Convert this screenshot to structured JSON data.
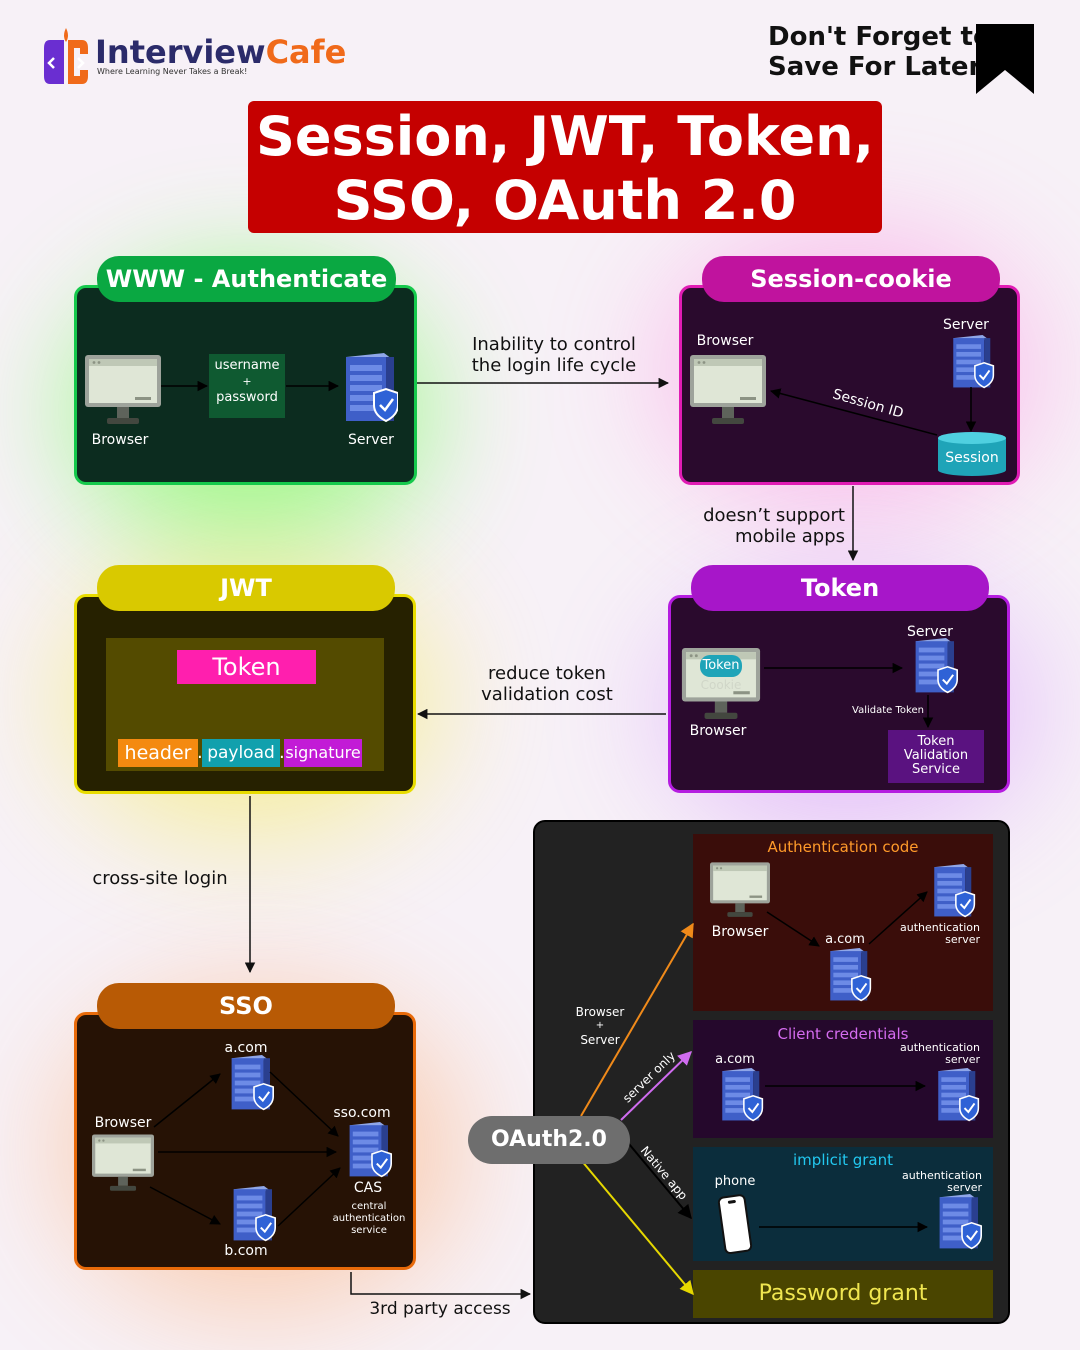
{
  "brand": {
    "name_part1": "Interview",
    "name_part2": "Cafe",
    "tagline": "Where Learning Never Takes a Break!",
    "logo_letters": "IC"
  },
  "save_note": {
    "line1": "Don't Forget to",
    "line2": "Save For Later"
  },
  "title": {
    "line1": "Session, JWT, Token,",
    "line2": "SSO, OAuth 2.0"
  },
  "www": {
    "header": "WWW - Authenticate",
    "credential_line1": "username",
    "credential_plus": "+",
    "credential_line2": "password",
    "browser": "Browser",
    "server": "Server"
  },
  "session": {
    "header": "Session-cookie",
    "browser": "Browser",
    "server": "Server",
    "session_id": "Session ID",
    "session": "Session"
  },
  "token": {
    "header": "Token",
    "server": "Server",
    "token_label": "Token",
    "cookie_label": "Cookie",
    "browser": "Browser",
    "validate": "Validate Token",
    "service_line1": "Token",
    "service_line2": "Validation",
    "service_line3": "Service"
  },
  "jwt": {
    "header": "JWT",
    "token": "Token",
    "header_part": "header",
    "payload_part": "payload",
    "signature_part": "signature",
    "dot": "."
  },
  "sso": {
    "header": "SSO",
    "a_com": "a.com",
    "browser": "Browser",
    "sso_com": "sso.com",
    "cas": "CAS",
    "cas_line1": "central",
    "cas_line2": "authentication",
    "cas_line3": "service",
    "b_com": "b.com"
  },
  "transitions": {
    "inability_line1": "Inability to control",
    "inability_line2": "the login life cycle",
    "mobile_line1": "doesn’t support",
    "mobile_line2": "mobile apps",
    "reduce_line1": "reduce token",
    "reduce_line2": "validation cost",
    "cross_site": "cross-site login",
    "third_party": "3rd party access"
  },
  "oauth": {
    "label": "OAuth2.0",
    "browser_server_line1": "Browser",
    "browser_server_plus": "+",
    "browser_server_line2": "Server",
    "server_only": "server only",
    "native_app": "Native app",
    "auth_code": {
      "title": "Authentication code",
      "browser": "Browser",
      "a_com": "a.com",
      "auth_line1": "authentication",
      "auth_line2": "server"
    },
    "client_credentials": {
      "title": "Client credentials",
      "a_com": "a.com",
      "auth_line1": "authentication",
      "auth_line2": "server"
    },
    "implicit": {
      "title": "implicit grant",
      "phone": "phone",
      "auth_line1": "authentication",
      "auth_line2": "server"
    },
    "password": {
      "title": "Password grant"
    }
  },
  "colors": {
    "www": "#0aa842",
    "session": "#c0139e",
    "token": "#a716c9",
    "jwt": "#dccc00",
    "sso": "#b85a05",
    "title_red": "#c50000",
    "oauth_dark": "#222222"
  }
}
